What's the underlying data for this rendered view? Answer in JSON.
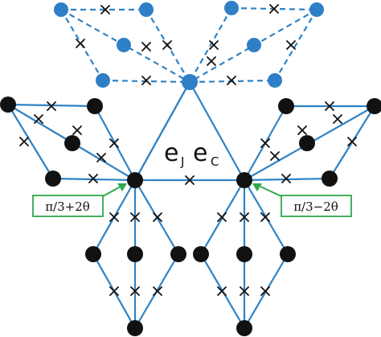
{
  "labels": {
    "e_main": "e",
    "e_sub_j": "J",
    "e_c_main": "e",
    "e_c_sub": "C",
    "angle_left": "π/3+2θ",
    "angle_right": "π/3−2θ"
  },
  "colors": {
    "edge": "#2f82c4",
    "black_node": "#111111",
    "blue_node": "#2e7fc7",
    "annotation": "#2fa84f"
  }
}
